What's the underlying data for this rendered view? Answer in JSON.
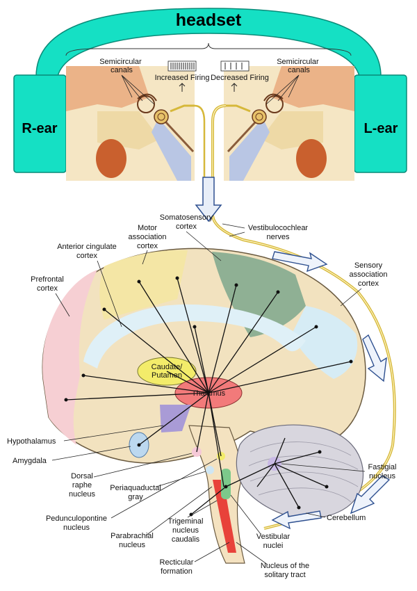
{
  "headset": {
    "title": "headset",
    "right_ear": "R-ear",
    "left_ear": "L-ear",
    "colors": {
      "band": "#15e0c4",
      "right_tip": "#e8141b",
      "left_tip": "#2b3ec2"
    }
  },
  "ears": {
    "right_canals": [
      "Semicircular",
      "canals"
    ],
    "left_canals": [
      "Semicircular",
      "canals"
    ],
    "increased_firing": "Increased Firing",
    "decreased_firing": "Decreased Firing"
  },
  "brain_labels": {
    "somatosensory": [
      "Somatosensory",
      "cortex"
    ],
    "vestibulocochlear": [
      "Vestibulocochlear",
      "nerves"
    ],
    "motor_association": [
      "Motor",
      "association",
      "cortex"
    ],
    "anterior_cingulate": [
      "Anterior cingulate",
      "cortex"
    ],
    "prefrontal": [
      "Prefrontal",
      "cortex"
    ],
    "sensory_association": [
      "Sensory",
      "association",
      "cortex"
    ],
    "caudate": [
      "Caudate/",
      "Putamen"
    ],
    "thalamus": "Thalamus",
    "hypothalamus": "Hypothalamus",
    "amygdala": "Amygdala",
    "dorsal_raphe": [
      "Dorsal",
      "raphe",
      "nucleus"
    ],
    "periaquaductal": [
      "Periaquaductal",
      "gray"
    ],
    "pedunculopontine": [
      "Pedunculopontine",
      "nucleus"
    ],
    "parabrachial": [
      "Parabrachial",
      "nucleus"
    ],
    "trigeminal": [
      "Trigeminal",
      "nucleus",
      "caudalis"
    ],
    "recticular": [
      "Recticular",
      "formation"
    ],
    "vestibular": [
      "Vestibular",
      "nuclei"
    ],
    "solitary": [
      "Nucleus of the",
      "solitary tract"
    ],
    "fastigial": [
      "Fastigial",
      "nucleus"
    ],
    "cerebellum": "Cerebellum"
  }
}
